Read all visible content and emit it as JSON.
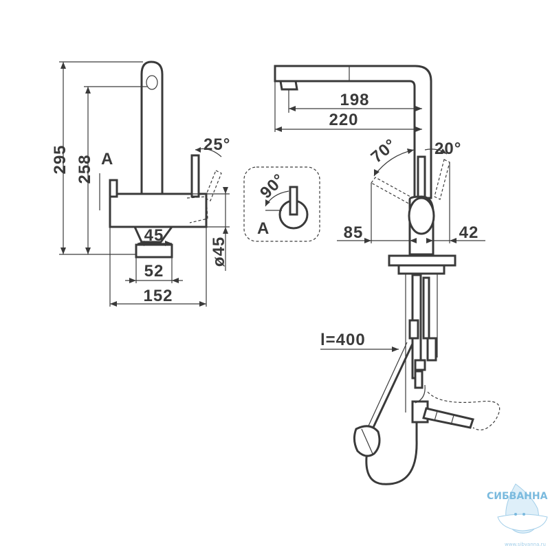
{
  "dimensions": {
    "height_total": "295",
    "height_spout": "258",
    "angle_handle_left": "25°",
    "label_view_a": "A",
    "width_45": "45",
    "width_52": "52",
    "width_152": "152",
    "diameter_45": "ø45",
    "angle_90": "90°",
    "label_view_a_detail": "A",
    "reach_198": "198",
    "reach_220": "220",
    "angle_70": "70°",
    "angle_20": "20°",
    "offset_85": "85",
    "offset_42": "42",
    "hose_length": "l=400"
  },
  "watermark": {
    "brand": "СИБВАННА",
    "url": "www.sibvanna.ru"
  },
  "colors": {
    "line": "#3a3a3a",
    "watermark": "#5aa9d6"
  }
}
